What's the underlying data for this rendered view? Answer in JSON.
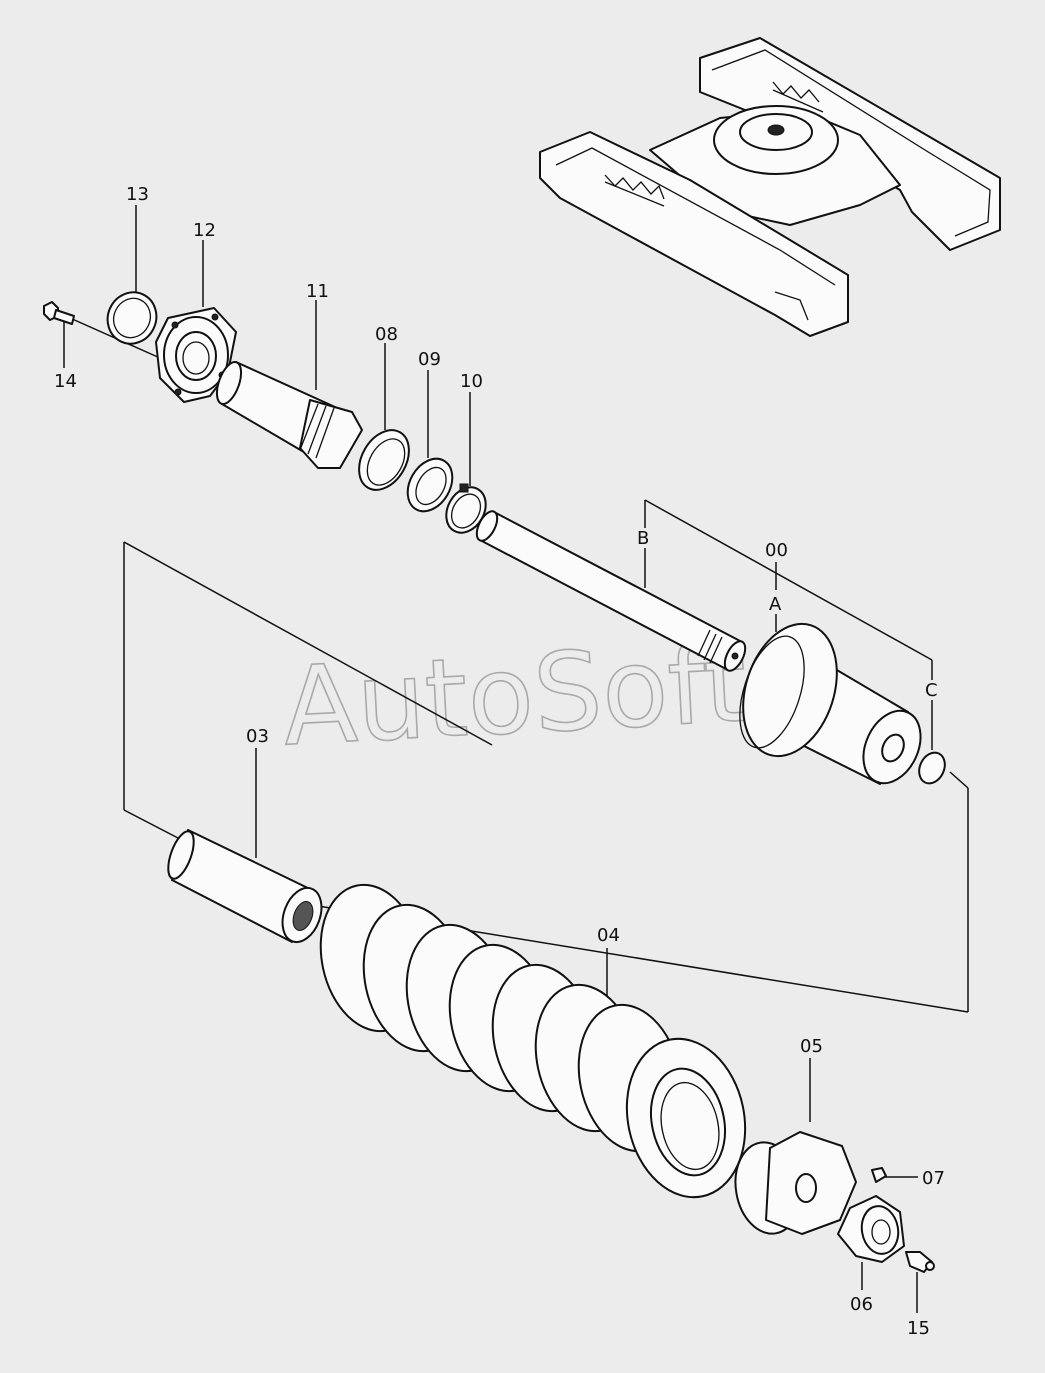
{
  "watermark": "AutoSoft",
  "part_labels": {
    "p13": "13",
    "p12": "12",
    "p11": "11",
    "p14": "14",
    "p08": "08",
    "p09": "09",
    "p10": "10",
    "pB": "B",
    "p00": "00",
    "pA": "A",
    "pC": "C",
    "p03": "03",
    "p04": "04",
    "p05": "05",
    "p07": "07",
    "p06": "06",
    "p15": "15"
  }
}
